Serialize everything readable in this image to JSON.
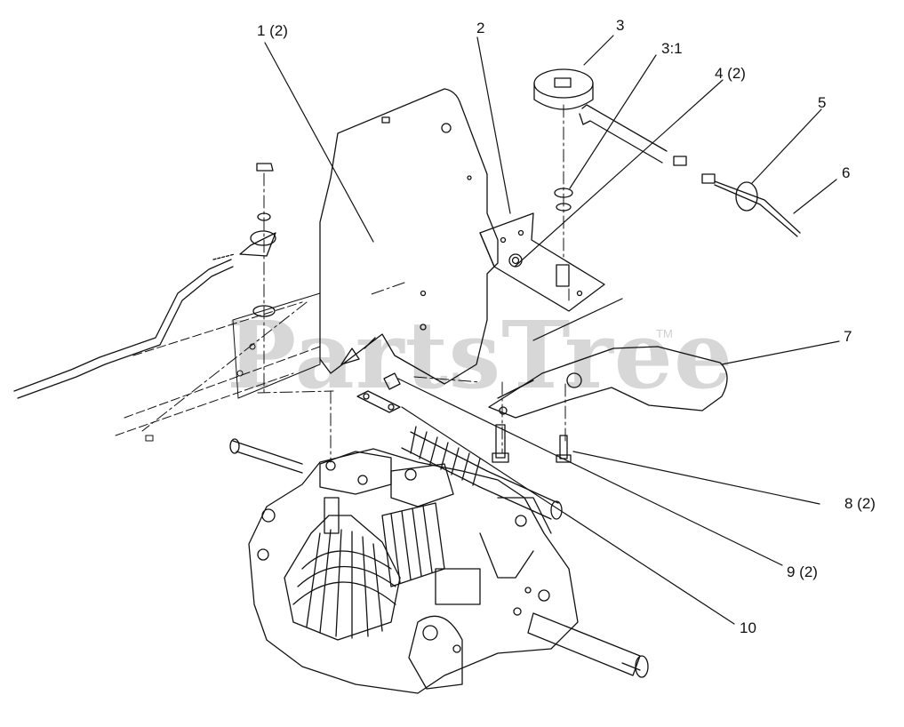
{
  "watermark": {
    "text": "PartsTree",
    "tm": "TM"
  },
  "callouts": [
    {
      "id": "c1",
      "label": "1 (2)"
    },
    {
      "id": "c2",
      "label": "2"
    },
    {
      "id": "c3",
      "label": "3"
    },
    {
      "id": "c31",
      "label": "3:1"
    },
    {
      "id": "c4",
      "label": "4 (2)"
    },
    {
      "id": "c5",
      "label": "5"
    },
    {
      "id": "c6",
      "label": "6"
    },
    {
      "id": "c7",
      "label": "7"
    },
    {
      "id": "c8",
      "label": "8 (2)"
    },
    {
      "id": "c9",
      "label": "9 (2)"
    },
    {
      "id": "c10",
      "label": "10"
    }
  ]
}
